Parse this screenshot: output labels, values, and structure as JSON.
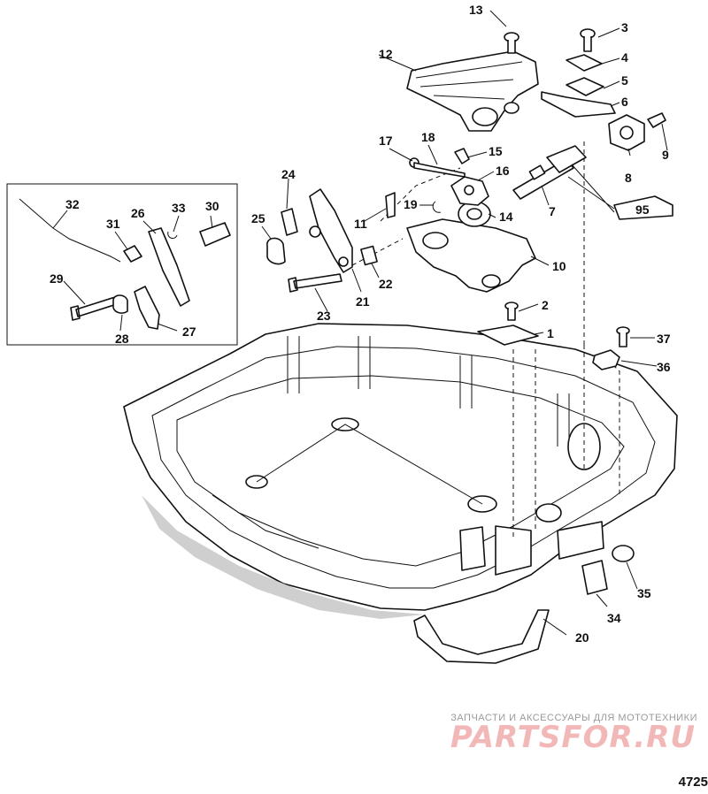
{
  "diagram": {
    "callouts": [
      "1",
      "2",
      "3",
      "4",
      "5",
      "6",
      "7",
      "8",
      "9",
      "10",
      "11",
      "12",
      "13",
      "14",
      "15",
      "16",
      "17",
      "18",
      "19",
      "20",
      "21",
      "22",
      "23",
      "24",
      "25",
      "26",
      "27",
      "28",
      "29",
      "30",
      "31",
      "32",
      "33",
      "34",
      "35",
      "36",
      "37"
    ],
    "sealant_label": "95",
    "diagram_id": "4725"
  },
  "watermark": {
    "caption": "ЗАПЧАСТИ И АКСЕССУАРЫ ДЛЯ МОТОТЕХНИКИ",
    "logo": "PARTSFOR.RU"
  }
}
